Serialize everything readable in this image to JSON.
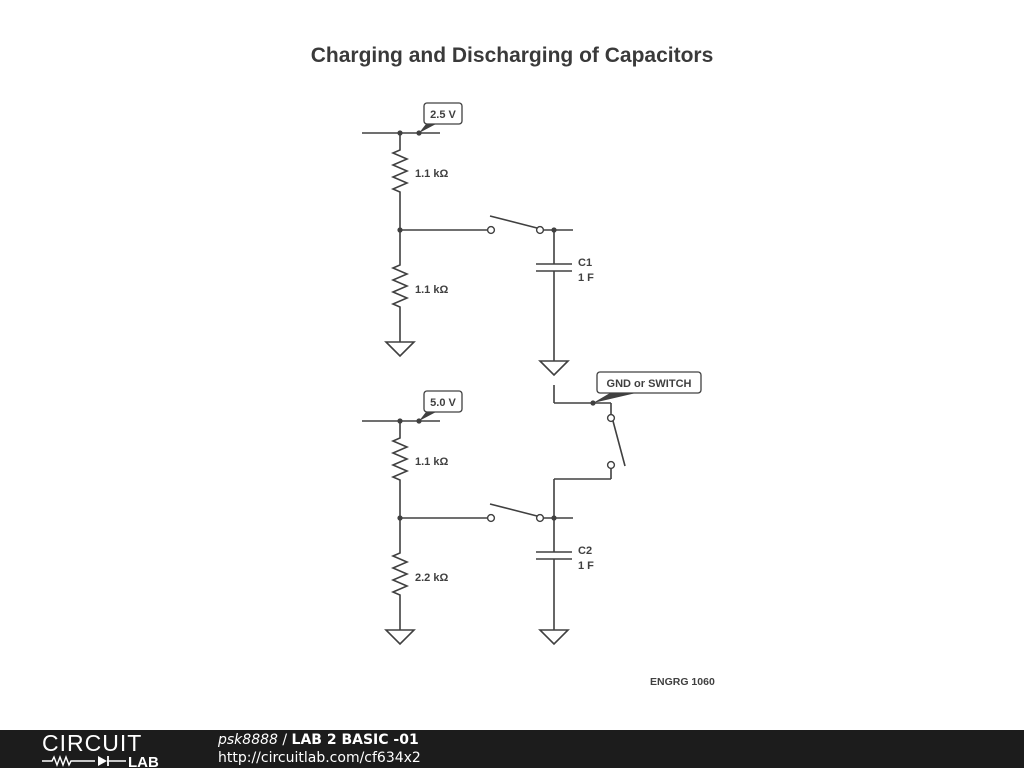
{
  "title": "Charging and Discharging of Capacitors",
  "sources": [
    {
      "id": "V1",
      "label": "2.5 V"
    },
    {
      "id": "V2",
      "label": "5.0 V"
    }
  ],
  "resistors": [
    {
      "id": "R1",
      "label": "1.1 kΩ"
    },
    {
      "id": "R2",
      "label": "1.1 kΩ"
    },
    {
      "id": "R3",
      "label": "1.1 kΩ"
    },
    {
      "id": "R4",
      "label": "2.2 kΩ"
    }
  ],
  "capacitors": [
    {
      "id": "C1",
      "name": "C1",
      "value": "1 F"
    },
    {
      "id": "C2",
      "name": "C2",
      "value": "1 F"
    }
  ],
  "switch_tag": "GND or SWITCH",
  "course_label": "ENGRG 1060",
  "footer": {
    "logo_top": "CIRCUIT",
    "logo_bottom": "LAB",
    "author": "psk8888",
    "separator": " / ",
    "project": "LAB 2 BASIC -01",
    "url": "http://circuitlab.com/cf634x2"
  }
}
